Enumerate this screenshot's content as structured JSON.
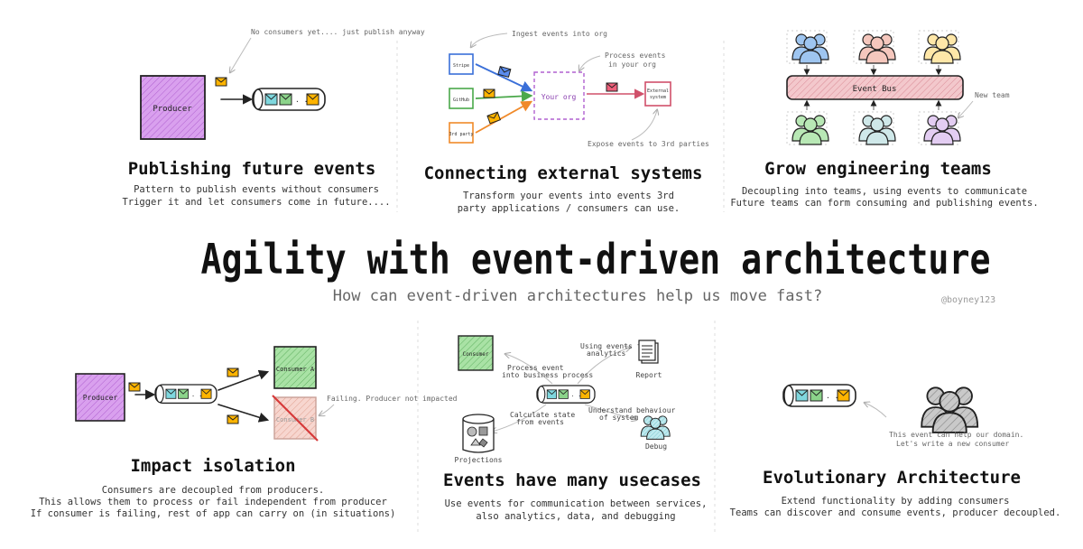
{
  "main_title": "Agility with event-driven architecture",
  "subtitle": "How can event-driven architectures help us move fast?",
  "handle": "@boyney123",
  "colors": {
    "purple": "#d9a0ee",
    "green": "#a9e2a5",
    "pink": "#f5c9c5",
    "orange": "#ffb400",
    "teal": "#7fd7de",
    "bus": "#f3c8cc"
  },
  "panels": {
    "publishing": {
      "title": "Publishing future events",
      "desc1": "Pattern to publish events without consumers",
      "desc2": "Trigger it and let consumers come in future....",
      "note": "No consumers yet.... just publish anyway",
      "producer": "Producer"
    },
    "connecting": {
      "title": "Connecting external systems",
      "desc1": "Transform your events into events 3rd",
      "desc2": "party applications / consumers can use.",
      "ingest": "Ingest events into org",
      "process1": "Process events",
      "process2": "in your org",
      "expose": "Expose events to 3rd parties",
      "src1": "Stripe",
      "src2": "GitHub",
      "src3": "3rd party",
      "org": "Your org",
      "ext1": "External",
      "ext2": "system"
    },
    "teams": {
      "title": "Grow engineering teams",
      "desc1": "Decoupling into teams, using events to communicate",
      "desc2": "Future teams can form consuming and publishing events.",
      "bus": "Event Bus",
      "new_team": "New team"
    },
    "isolation": {
      "title": "Impact isolation",
      "desc1": "Consumers are decoupled from producers.",
      "desc2": "This allows them to process or fail independent from producer",
      "desc3": "If consumer is failing, rest of app can carry on (in situations)",
      "producer": "Producer",
      "consumer_a": "Consumer A",
      "consumer_b": "Consumer B",
      "failing": "Failing. Producer not impacted"
    },
    "usecases": {
      "title": "Events have many usecases",
      "desc1": "Use events for communication between services,",
      "desc2": "also analytics, data, and debugging",
      "consumer": "Consumer",
      "report": "Report",
      "projections": "Projections",
      "debug": "Debug",
      "n1a": "Process event",
      "n1b": "into business process",
      "n2a": "Using events for",
      "n2b": "analytics",
      "n3a": "Calculate state",
      "n3b": "from events",
      "n4a": "Understand behaviour",
      "n4b": "of system"
    },
    "evolution": {
      "title": "Evolutionary Architecture",
      "desc1": "Extend functionality by adding consumers",
      "desc2": "Teams can discover and consume events, producer decoupled.",
      "note1": "This event can help our domain.",
      "note2": "Let's write a new consumer"
    }
  }
}
